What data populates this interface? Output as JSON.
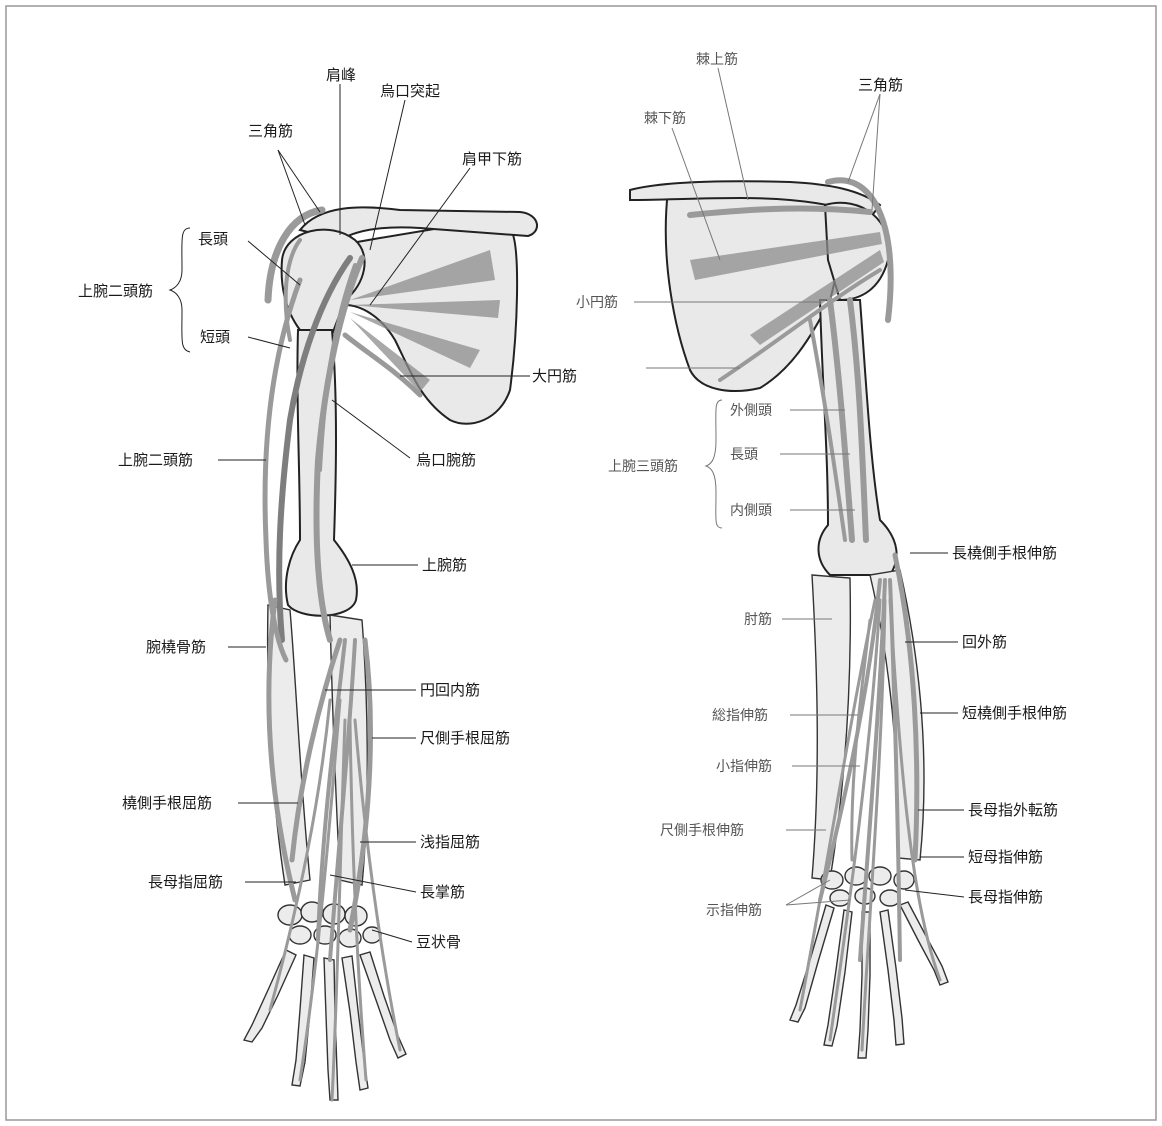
{
  "front_view": {
    "labels": {
      "acromion": "肩峰",
      "coracoid_process": "烏口突起",
      "deltoid": "三角筋",
      "subscapularis": "肩甲下筋",
      "long_head": "長頭",
      "biceps_group": "上腕二頭筋",
      "short_head": "短頭",
      "teres_major": "大円筋",
      "biceps": "上腕二頭筋",
      "coracobrachialis": "烏口腕筋",
      "brachialis": "上腕筋",
      "brachioradialis": "腕橈骨筋",
      "pronator_teres": "円回内筋",
      "flexor_carpi_ulnaris": "尺側手根屈筋",
      "flexor_carpi_radialis": "橈側手根屈筋",
      "flexor_digitorum_superficialis": "浅指屈筋",
      "flexor_pollicis_longus": "長母指屈筋",
      "palmaris_longus": "長掌筋",
      "pisiform": "豆状骨"
    }
  },
  "back_view": {
    "labels": {
      "supraspinatus": "棘上筋",
      "infraspinatus": "棘下筋",
      "deltoid": "三角筋",
      "teres_minor": "小円筋",
      "lateral_head": "外側頭",
      "long_head": "長頭",
      "triceps_group": "上腕三頭筋",
      "medial_head": "内側頭",
      "ext_carpi_radialis_longus": "長橈側手根伸筋",
      "anconeus": "肘筋",
      "supinator": "回外筋",
      "extensor_digitorum": "総指伸筋",
      "ext_carpi_radialis_brevis": "短橈側手根伸筋",
      "extensor_digiti_minimi": "小指伸筋",
      "abductor_pollicis_longus": "長母指外転筋",
      "extensor_carpi_ulnaris": "尺側手根伸筋",
      "extensor_pollicis_brevis": "短母指伸筋",
      "extensor_indicis": "示指伸筋",
      "extensor_pollicis_longus": "長母指伸筋"
    }
  },
  "colors": {
    "bone_fill": "#e9e9e9",
    "outline": "#222222",
    "muscle_line": "#9a9a9a",
    "frame": "#888888"
  }
}
